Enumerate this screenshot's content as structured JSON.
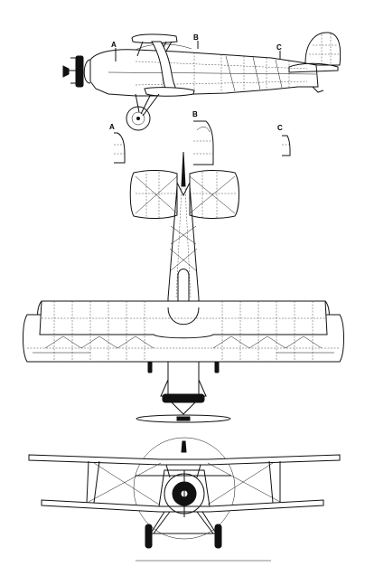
{
  "drawing": {
    "views": [
      "side",
      "top",
      "front"
    ],
    "section_labels": [
      "A",
      "B",
      "C"
    ]
  },
  "colors": {
    "ink": "#111111",
    "paper": "#ffffff"
  }
}
